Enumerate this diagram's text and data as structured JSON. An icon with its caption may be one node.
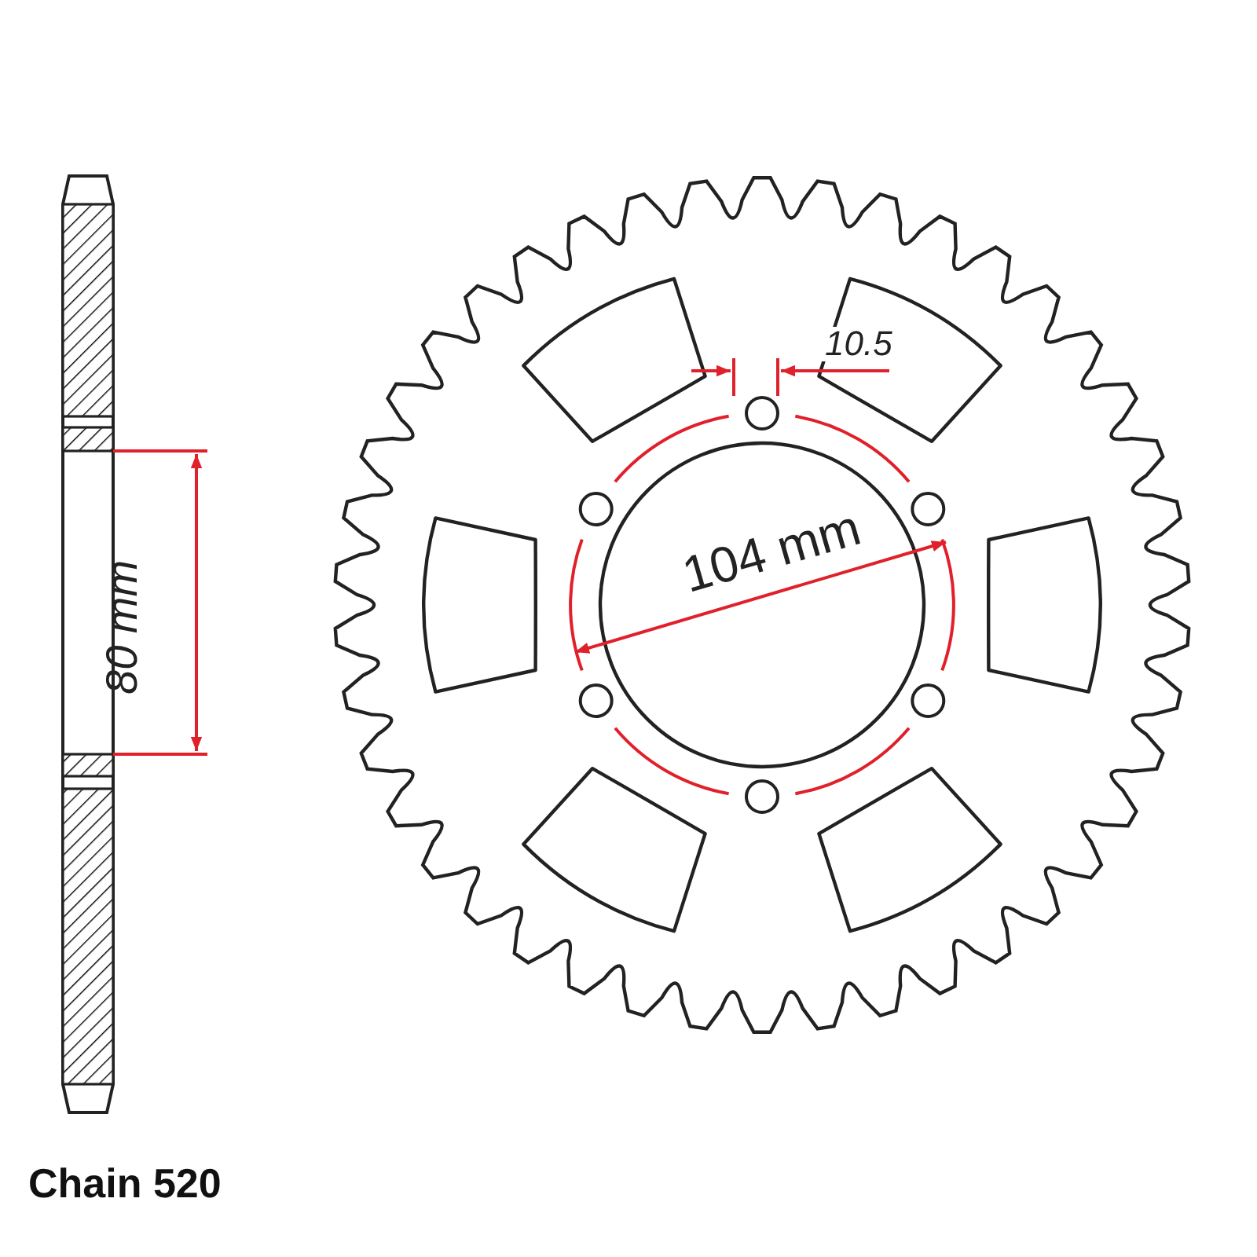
{
  "diagram": {
    "labels": [
      "10.5",
      "80 mm",
      "104 mm",
      "Chain 520"
    ]
  }
}
